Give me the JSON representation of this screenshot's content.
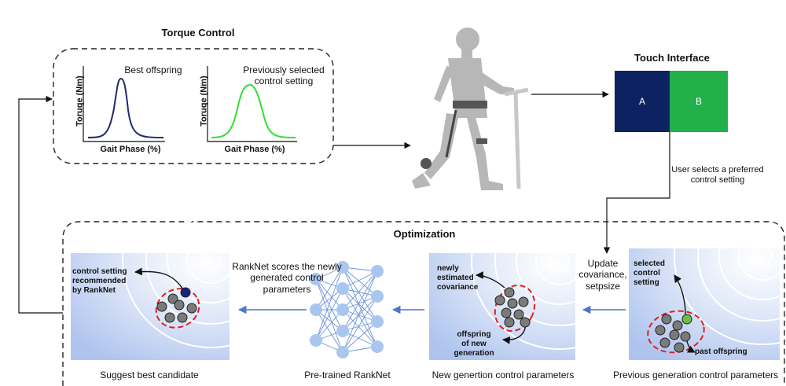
{
  "torque_control": {
    "title": "Torque Control",
    "plot_best": {
      "label": "Best offspring",
      "ylabel": "Toruqe (Nm)",
      "xlabel": "Gait Phase (%)",
      "color": "#1f2a6b"
    },
    "plot_prev": {
      "label": "Previously selected control setting",
      "label_line1": "Previously selected",
      "label_line2": "control setting",
      "ylabel": "Toruqe (Nm)",
      "xlabel": "Gait Phase (%)",
      "color": "#33dd33"
    }
  },
  "touch_interface": {
    "title": "Touch Interface",
    "option_a": {
      "label": "A",
      "color": "#0d2260"
    },
    "option_b": {
      "label": "B",
      "color": "#22b04a"
    },
    "user_note_line1": "User selects a preferred",
    "user_note_line2": "control setting"
  },
  "optimization": {
    "title": "Optimization",
    "update_line1": "Update",
    "update_line2": "covariance,",
    "update_line3": "setpsize",
    "rank_line1": "RankNet scores the newly",
    "rank_line2": "generated control",
    "rank_line3": "parameters",
    "panel_suggest": {
      "caption": "Suggest best candidate",
      "note_line1": "control setting",
      "note_line2": "recommended",
      "note_line3": "by RankNet",
      "best_color": "#1a237e"
    },
    "ranknet_caption": "Pre-trained RankNet",
    "panel_new": {
      "caption": "New genertion control parameters",
      "note_top_line1": "newly",
      "note_top_line2": "estimated",
      "note_top_line3": "covariance",
      "note_bot_line1": "offspring",
      "note_bot_line2": "of new",
      "note_bot_line3": "generation"
    },
    "panel_prev": {
      "caption": "Previous generation control parameters",
      "note_top_line1": "selected",
      "note_top_line2": "control",
      "note_top_line3": "setting",
      "note_bot": "past offspring",
      "selected_color": "#6abf45"
    }
  },
  "colors": {
    "ellipse": "#e02020",
    "arrow_blue": "#4a78c8",
    "node": "#a9c6ee",
    "dot": "#7a7a7a"
  }
}
